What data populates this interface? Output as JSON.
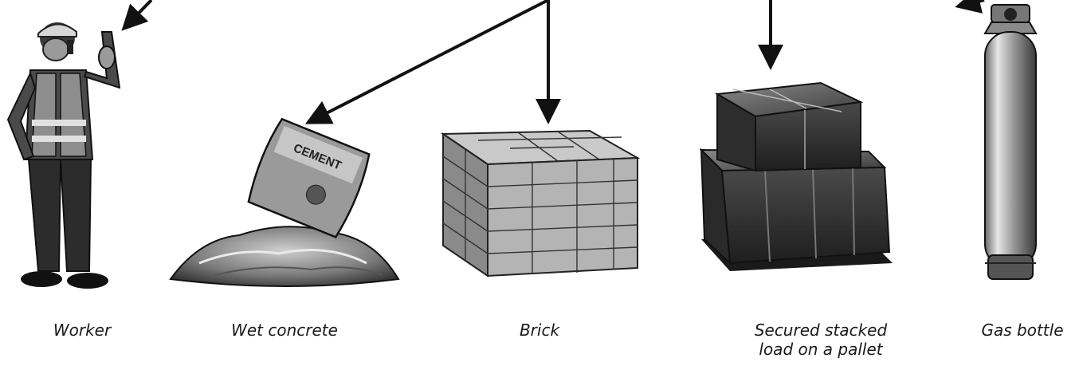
{
  "items": [
    {
      "id": "worker",
      "label": "Worker",
      "icon": "worker-figure"
    },
    {
      "id": "wet-concrete",
      "label": "Wet concrete",
      "icon": "cement-bag-and-pile"
    },
    {
      "id": "brick",
      "label": "Brick",
      "icon": "brick-stack"
    },
    {
      "id": "pallet-load",
      "label_lines": [
        "Secured stacked",
        "load on a pallet"
      ],
      "icon": "pallet-boxes"
    },
    {
      "id": "gas-bottle",
      "label": "Gas bottle",
      "icon": "gas-cylinder"
    }
  ],
  "bag_text": "CEMENT",
  "colors": {
    "ink": "#111111",
    "dark": "#2b2b2b",
    "mid": "#6e6e6e",
    "light": "#bdbdbd",
    "paper": "#ffffff"
  }
}
